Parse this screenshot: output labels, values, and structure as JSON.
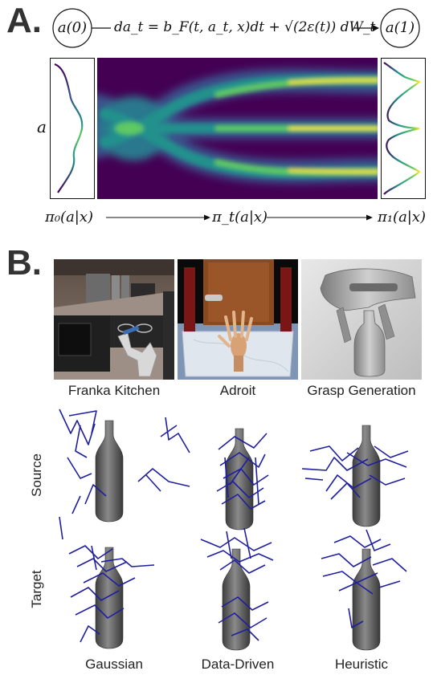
{
  "panel_a": {
    "letter": "A.",
    "start_node": "a(0)",
    "end_node": "a(1)",
    "sde": "da_t = b_F(t, a_t, x)dt + √(2ε(t)) dW_t",
    "y_axis_label": "a",
    "bottom_left": "π₀(a|x)",
    "bottom_mid": "π_t(a|x)",
    "bottom_right": "π₁(a|x)",
    "colormap": [
      "#440154",
      "#3b528b",
      "#21918c",
      "#5ec962",
      "#fde725"
    ]
  },
  "panel_b": {
    "letter": "B.",
    "environments": [
      "Franka Kitchen",
      "Adroit",
      "Grasp Generation"
    ],
    "row_labels": [
      "Source",
      "Target"
    ],
    "columns": [
      "Gaussian",
      "Data-Driven",
      "Heuristic"
    ],
    "gripper_color": "#1f1f9e",
    "bottle_color": "#5a5a5a"
  }
}
